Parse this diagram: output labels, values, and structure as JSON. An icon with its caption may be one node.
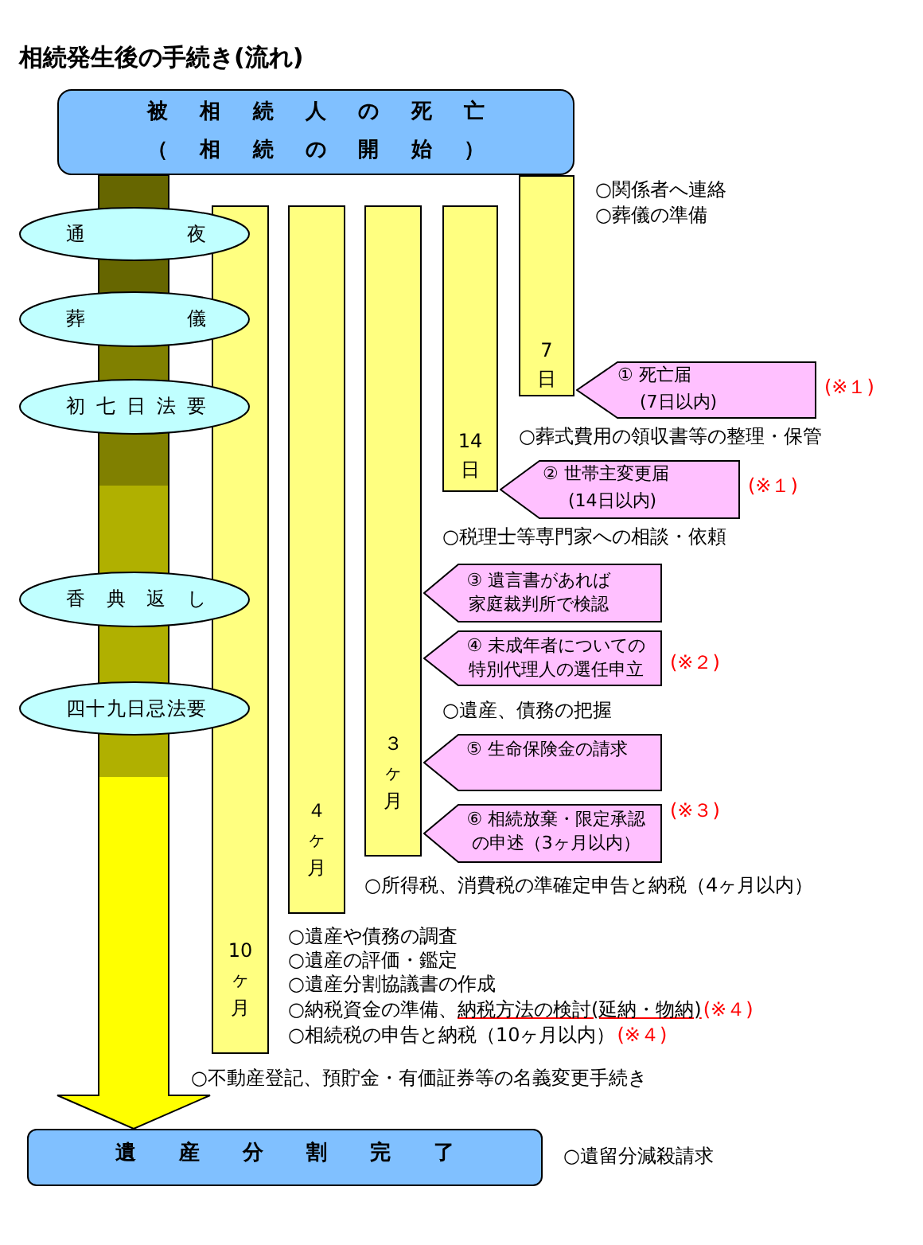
{
  "diagram": {
    "title": "相続発生後の手続き(流れ)",
    "nodes": [
      {
        "text": [
          "被相続人の死亡",
          "（相続の開始）"
        ]
      },
      {
        "text": [
          "通夜"
        ]
      },
      {
        "text": [
          "葬儀"
        ]
      },
      {
        "text": [
          "初七日法要"
        ]
      },
      {
        "text": [
          "香典返し"
        ]
      },
      {
        "text": [
          "四十九日忌法要"
        ]
      },
      {
        "text": [
          "10ヶ月"
        ]
      },
      {
        "text": [
          "４ヶ月"
        ]
      },
      {
        "text": [
          "３ヶ月"
        ]
      },
      {
        "text": [
          "14日"
        ]
      },
      {
        "text": [
          "7日"
        ]
      },
      {
        "text": [
          "① 死亡届",
          "(7日以内)"
        ],
        "beside": [
          "(※１)"
        ]
      },
      {
        "text": [
          "② 世帯主変更届",
          "(14日以内)"
        ],
        "beside": [
          "(※１)"
        ]
      },
      {
        "text": [
          "③ 遺言書があれば家庭裁判所で検認"
        ]
      },
      {
        "text": [
          "④ 未成年者についての特別代理人の選任申立"
        ],
        "beside": [
          "(※２)"
        ]
      },
      {
        "text": [
          "⑤ 生命保険金の請求"
        ]
      },
      {
        "text": [
          "⑥ 相続放棄・限定承認の申述（3ヶ月以内）"
        ],
        "beside": [
          "(※３)"
        ]
      },
      {
        "text": [
          "遺産分割完了"
        ]
      }
    ],
    "edges": [
      {
        "from": 0,
        "to": 17,
        "arrow": "to",
        "style": "thick"
      }
    ],
    "labels": [
      "○関係者へ連絡",
      "○葬儀の準備",
      "○葬式費用の領収書等の整理・保管",
      "○税理士等専門家への相談・依頼",
      "○遺産、債務の把握",
      "○所得税、消費税の準確定申告と納税（4ヶ月以内）",
      "○遺産や債務の調査",
      "○遺産の評価・鑑定",
      "○遺産分割協議書の作成",
      "○納税資金の準備、納税方法の検討(延納・物納)",
      "(※４)",
      "○相続税の申告と納税（10ヶ月以内）",
      "(※４)",
      "○不動産登記、預貯金・有価証券等の名義変更手続き",
      "○遺留分減殺請求"
    ]
  }
}
